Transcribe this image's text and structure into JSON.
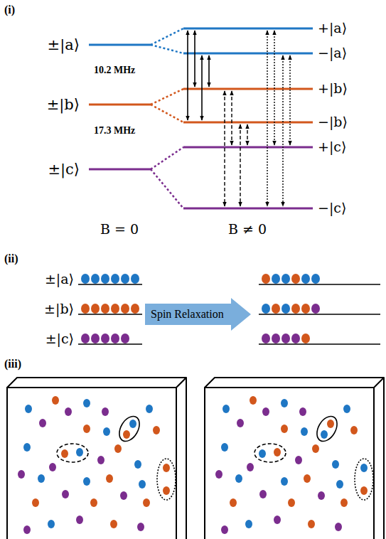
{
  "diagram": {
    "nodes": [
      {
        "text": [
          "Spin Relaxation"
        ]
      }
    ],
    "labels": [
      "(i)",
      "±|a⟩",
      "±|b⟩",
      "±|c⟩",
      "10.2 MHz",
      "17.3 MHz",
      "+|a⟩",
      "−|a⟩",
      "+|b⟩",
      "−|b⟩",
      "+|c⟩",
      "−|c⟩",
      "B = 0",
      "B ≠ 0",
      "(ii)",
      "±|a⟩",
      "±|b⟩",
      "±|c⟩",
      "(iii)"
    ]
  }
}
